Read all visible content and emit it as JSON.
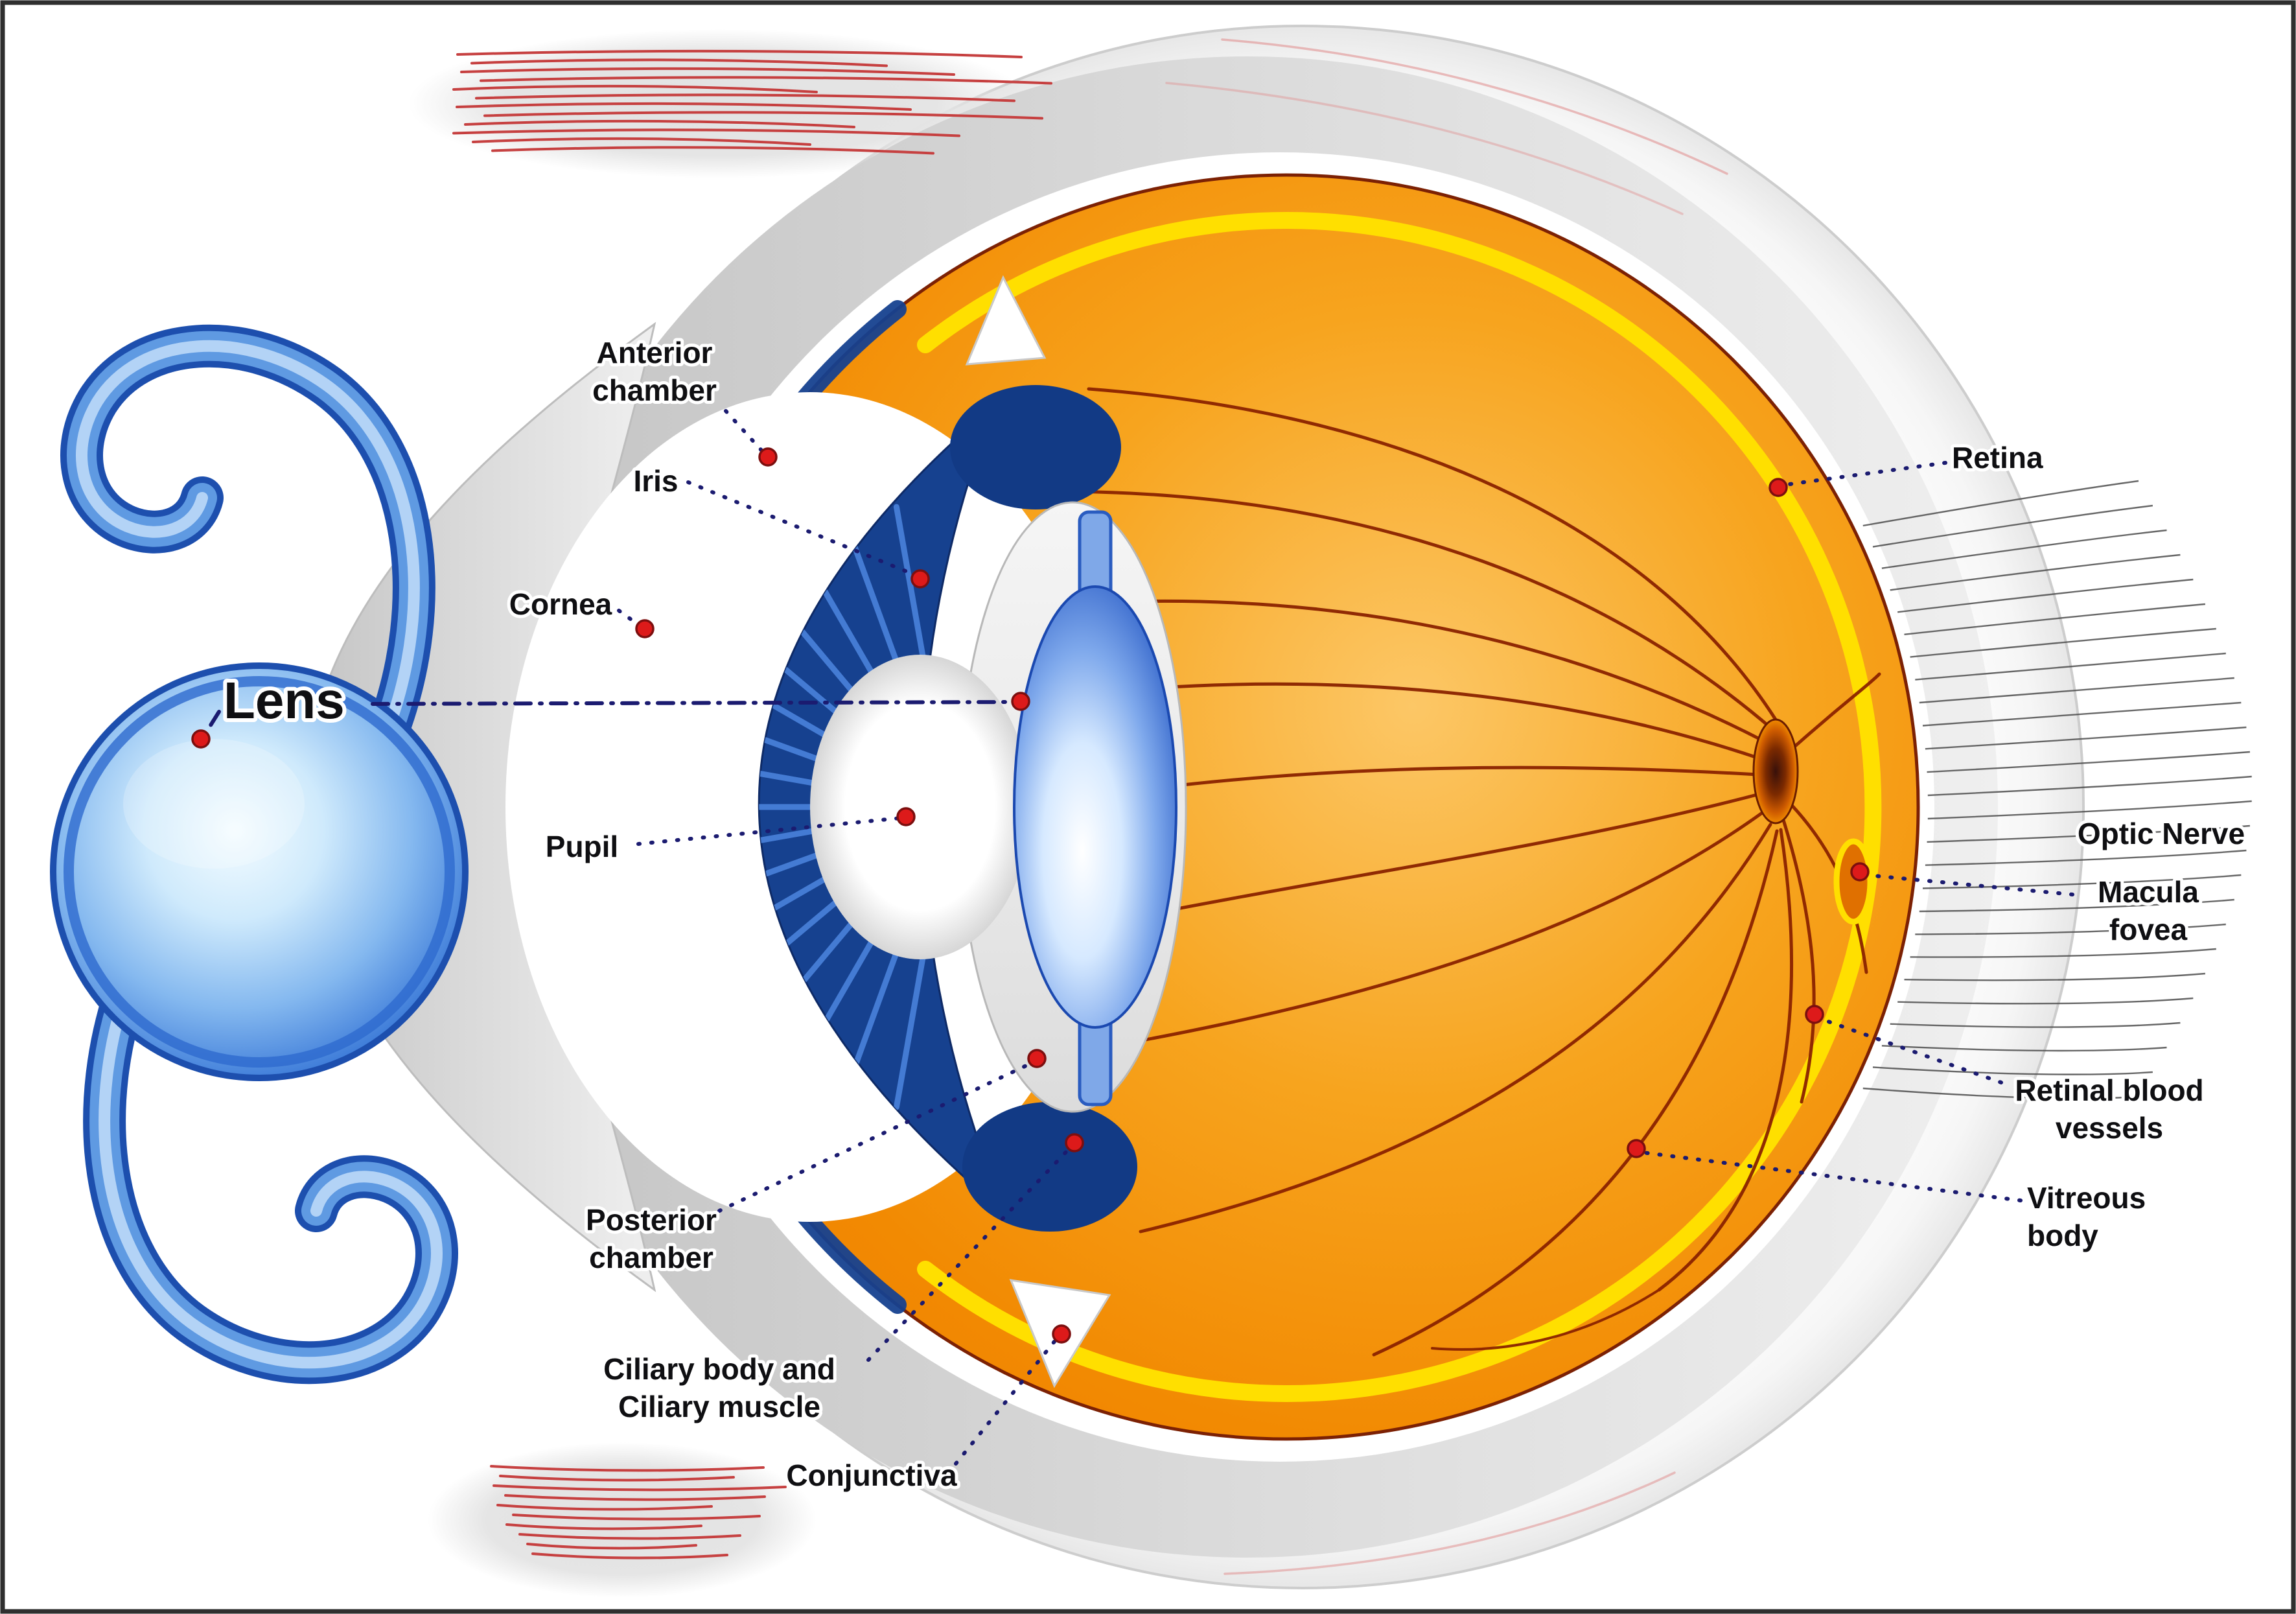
{
  "labels": {
    "anterior_chamber": [
      "Anterior",
      "chamber"
    ],
    "iris": "Iris",
    "cornea": "Cornea",
    "lens": "Lens",
    "pupil": "Pupil",
    "posterior_chamber": [
      "Posterior",
      "chamber"
    ],
    "ciliary_body": [
      "Ciliary body and",
      "Ciliary muscle"
    ],
    "conjunctiva": "Conjunctiva",
    "retina": "Retina",
    "optic_nerve": "Optic Nerve",
    "macula_fovea": [
      "Macula",
      "fovea"
    ],
    "retinal_blood_vessels": [
      "Retinal blood",
      "vessels"
    ],
    "vitreous_body": [
      "Vitreous",
      "body"
    ]
  },
  "colors": {
    "marker_red": "#dd1a1a",
    "leader_navy": "#1b1b70",
    "retina_yellow": "#ffdf00",
    "vitreous_orange": "#f28a02",
    "iris_blue": "#16418f",
    "sclera_gray": "#d9d9d9",
    "vessel_red": "#8b2300",
    "muscle_red": "#c64040",
    "iol_blue": "#2b63c5"
  }
}
